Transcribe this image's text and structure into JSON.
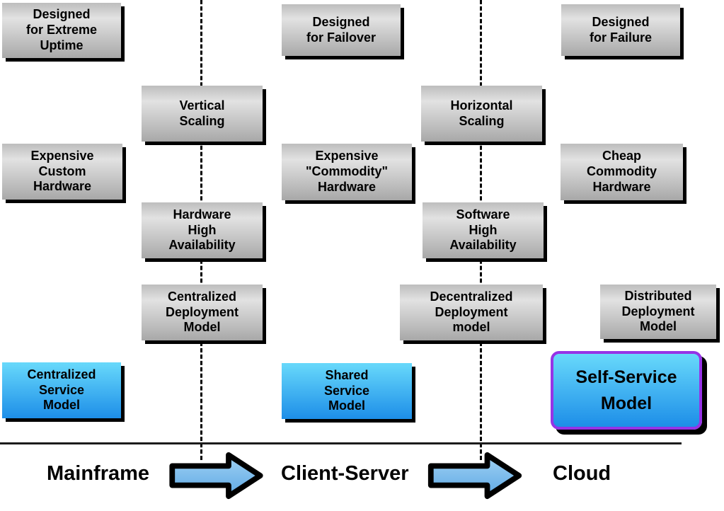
{
  "diagram": {
    "eras": [
      {
        "label": "Mainframe"
      },
      {
        "label": "Client-Server"
      },
      {
        "label": "Cloud"
      }
    ],
    "boxes": [
      {
        "id": "designed-extreme-uptime",
        "label": "Designed\nfor Extreme\nUptime",
        "style": "gray"
      },
      {
        "id": "designed-failover",
        "label": "Designed\nfor Failover",
        "style": "gray"
      },
      {
        "id": "designed-failure",
        "label": "Designed\nfor Failure",
        "style": "gray"
      },
      {
        "id": "vertical-scaling",
        "label": "Vertical\nScaling",
        "style": "gray"
      },
      {
        "id": "horizontal-scaling",
        "label": "Horizontal\nScaling",
        "style": "gray"
      },
      {
        "id": "expensive-custom-hardware",
        "label": "Expensive\nCustom\nHardware",
        "style": "gray"
      },
      {
        "id": "expensive-commodity-hardware",
        "label": "Expensive\n\"Commodity\"\nHardware",
        "style": "gray"
      },
      {
        "id": "cheap-commodity-hardware",
        "label": "Cheap\nCommodity\nHardware",
        "style": "gray"
      },
      {
        "id": "hardware-high-availability",
        "label": "Hardware\nHigh\nAvailability",
        "style": "gray"
      },
      {
        "id": "software-high-availability",
        "label": "Software\nHigh\nAvailability",
        "style": "gray"
      },
      {
        "id": "centralized-deployment-model",
        "label": "Centralized\nDeployment\nModel",
        "style": "gray"
      },
      {
        "id": "decentralized-deployment-model",
        "label": "Decentralized\nDeployment\nmodel",
        "style": "gray"
      },
      {
        "id": "distributed-deployment-model",
        "label": "Distributed\nDeployment\nModel",
        "style": "gray"
      },
      {
        "id": "centralized-service-model",
        "label": "Centralized\nService\nModel",
        "style": "blue"
      },
      {
        "id": "shared-service-model",
        "label": "Shared\nService\nModel",
        "style": "blue"
      },
      {
        "id": "self-service-model",
        "label": "Self-Service\nModel",
        "style": "highlight"
      }
    ],
    "colors": {
      "background": "#ffffff",
      "box_gray_top": "#bdbdbd",
      "box_gray_mid": "#e2e2e2",
      "box_gray_bottom": "#a8a8a8",
      "box_blue_top": "#68d9fb",
      "box_blue_bottom": "#1d8ee8",
      "highlight_border": "#9633e6",
      "shadow": "#000000",
      "arrow_fill_top": "#9fd1f3",
      "arrow_fill_bottom": "#5fa9e5",
      "arrow_outline": "#000000",
      "line_color": "#000000",
      "text_color": "#000000"
    }
  }
}
